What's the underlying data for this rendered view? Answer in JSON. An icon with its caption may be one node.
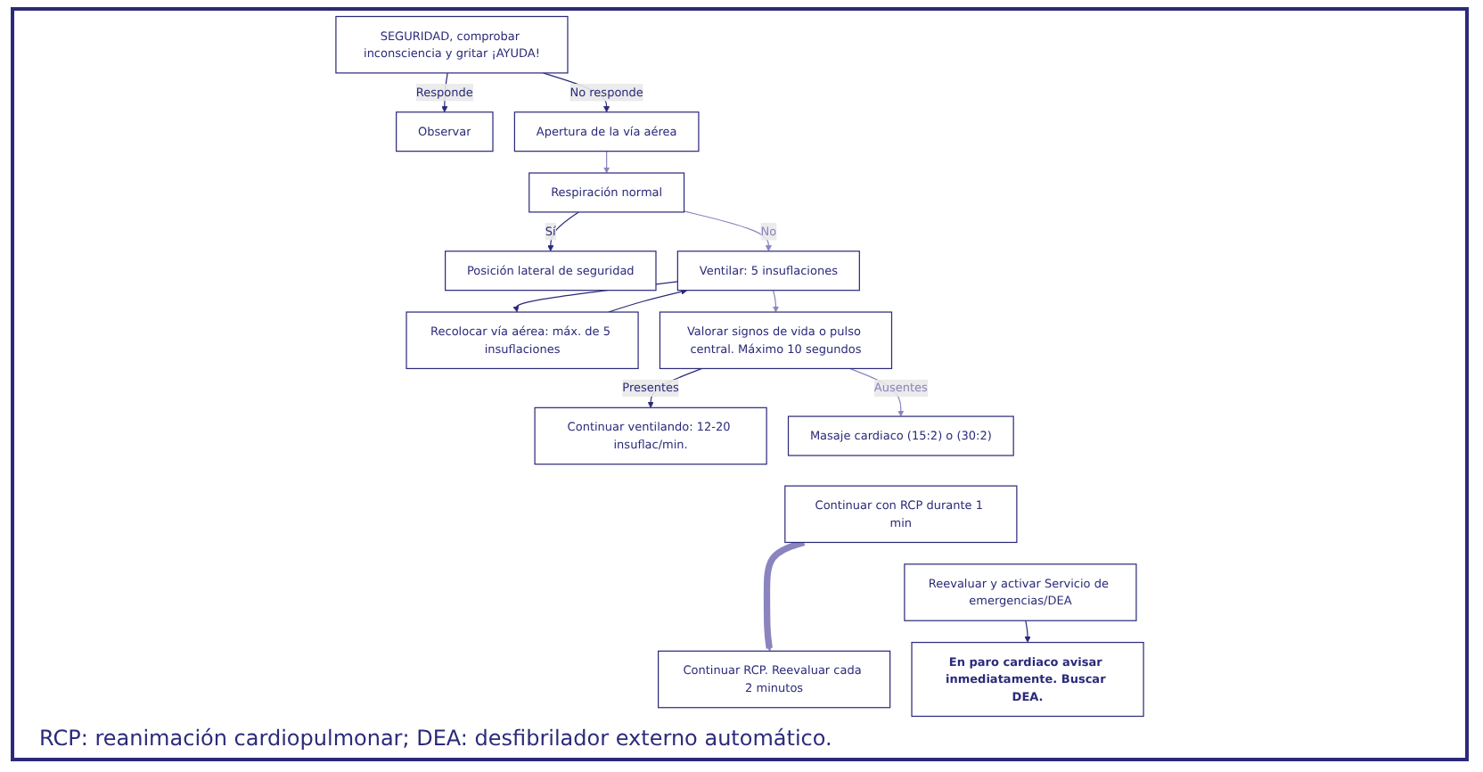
{
  "diagram": {
    "nodes": [
      {
        "text": [
          "SEGURIDAD, comprobar inconsciencia y gritar ¡AYUDA!"
        ]
      },
      {
        "text": [
          "Observar"
        ]
      },
      {
        "text": [
          "Apertura de la vía aérea"
        ]
      },
      {
        "text": [
          "Respiración normal"
        ]
      },
      {
        "text": [
          "Posición lateral de seguridad"
        ]
      },
      {
        "text": [
          "Ventilar: 5 insuflaciones"
        ]
      },
      {
        "text": [
          "Recolocar vía aérea: máx. de 5 insuflaciones"
        ]
      },
      {
        "text": [
          "Valorar signos de vida o pulso central. Máximo 10 segundos"
        ]
      },
      {
        "text": [
          "Continuar ventilando: 12-20 insuflac/min."
        ]
      },
      {
        "text": [
          "Masaje cardiaco (15:2) o (30:2)"
        ]
      },
      {
        "text": [
          "Continuar con RCP durante 1 min"
        ]
      },
      {
        "text": [
          "Reevaluar y activar Servicio de emergencias/DEA"
        ]
      },
      {
        "text": [
          "En paro cardiaco avisar inmediatamente. Buscar DEA."
        ]
      },
      {
        "text": [
          "Continuar RCP. Reevaluar cada 2 minutos"
        ]
      }
    ],
    "edges": [
      {
        "from": 0,
        "to": 1,
        "arrow": "to",
        "label": "Responde"
      },
      {
        "from": 0,
        "to": 2,
        "arrow": "to",
        "label": "No responde"
      },
      {
        "from": 2,
        "to": 3,
        "arrow": "to",
        "color": "#8a84bf"
      },
      {
        "from": 3,
        "to": 4,
        "arrow": "to",
        "label": "Sí"
      },
      {
        "from": 3,
        "to": 5,
        "arrow": "to",
        "label": "No",
        "color": "#8a84bf"
      },
      {
        "from": 5,
        "to": 6,
        "arrow": "to"
      },
      {
        "from": 6,
        "to": 5,
        "arrow": "to"
      },
      {
        "from": 5,
        "to": 7,
        "arrow": "to",
        "color": "#8a84bf"
      },
      {
        "from": 7,
        "to": 8,
        "arrow": "to",
        "label": "Presentes"
      },
      {
        "from": 7,
        "to": 9,
        "arrow": "to",
        "label": "Ausentes",
        "color": "#8a84bf"
      },
      {
        "from": 10,
        "to": 13,
        "arrow": "to",
        "style": "thick",
        "color": "#8a84bf"
      },
      {
        "from": 11,
        "to": 12,
        "arrow": "to"
      }
    ],
    "caption": "RCP: reanimación cardiopulmonar; DEA: desfibrilador externo automático."
  }
}
